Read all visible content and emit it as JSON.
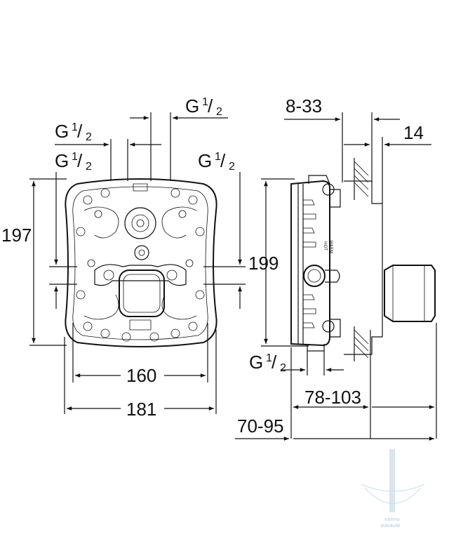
{
  "front_view": {
    "thread_top": {
      "g": "G",
      "num": "1",
      "den": "2"
    },
    "thread_upper_left": {
      "g": "G",
      "num": "1",
      "den": "2"
    },
    "thread_lower_left": {
      "g": "G",
      "num": "1",
      "den": "2"
    },
    "thread_right": {
      "g": "G",
      "num": "1",
      "den": "2"
    },
    "height": "197",
    "inner_width": "160",
    "outer_width": "181"
  },
  "side_view": {
    "height": "199",
    "range_top": "8-33",
    "wall": "14",
    "thread_bottom": {
      "g": "G",
      "num": "1",
      "den": "2"
    },
    "depth_range_a": "78-103",
    "depth_range_b": "70-95",
    "label_warm": "WARM",
    "label_hot": "HOT"
  },
  "watermark": {
    "line1": "vannu",
    "line2": "pasaule"
  }
}
